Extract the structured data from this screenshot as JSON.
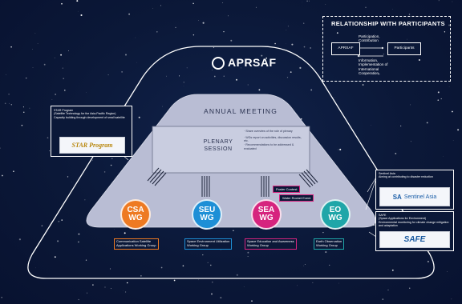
{
  "logo": {
    "text": "APRSAF"
  },
  "meeting": {
    "title": "ANNUAL MEETING",
    "plenary": "PLENARY\nSESSION",
    "plenary_notes": [
      "· Share overview of the role of plenary",
      "· WGs report on activities, discussion results, etc.",
      "· Recommendations to be addressed & evaluated"
    ]
  },
  "relationship": {
    "title": "RELATIONSHIP WITH PARTICIPANTS",
    "aprsaf_box": "APRSAF",
    "participants_box": "Participants",
    "top_note": "Participation, Contribution",
    "bottom_note": "Information, Implementation of International Cooperation"
  },
  "star": {
    "text": "STAR Program\n(Satellite Technology for the Asia-Pacific Region)\nCapacity building through development of small satellite",
    "card": "STAR Program"
  },
  "sentinel": {
    "text": "Sentinel Asia\nAiming at contributing to disaster reduction",
    "card": "Sentinel Asia",
    "card_prefix": "SA"
  },
  "safe": {
    "text": "SAFE\n(Space Applications for Environment)\nEnvironmental monitoring for climate change mitigation and adaptation",
    "card": "SAFE"
  },
  "wgs": [
    {
      "short": "CSA\nWG",
      "label": "Communication Satellite\nApplications Working Group",
      "color": "#ee7a22",
      "border": "#ee7a22"
    },
    {
      "short": "SEU\nWG",
      "label": "Space Environment Utilization\nWorking Group",
      "color": "#1e8fd6",
      "border": "#1e8fd6"
    },
    {
      "short": "SEA\nWG",
      "label": "Space Education and Awareness\nWorking Group",
      "color": "#d6247e",
      "border": "#d6247e"
    },
    {
      "short": "EO\nWG",
      "label": "Earth Observation\nWorking Group",
      "color": "#1fa6a8",
      "border": "#1fa6a8"
    }
  ],
  "sea_tags": [
    "Poster Contest",
    "Water Rocket Event"
  ],
  "colors": {
    "background": "#0b1838",
    "platform": "#b9bdd4",
    "panel": "#c9cde0"
  }
}
